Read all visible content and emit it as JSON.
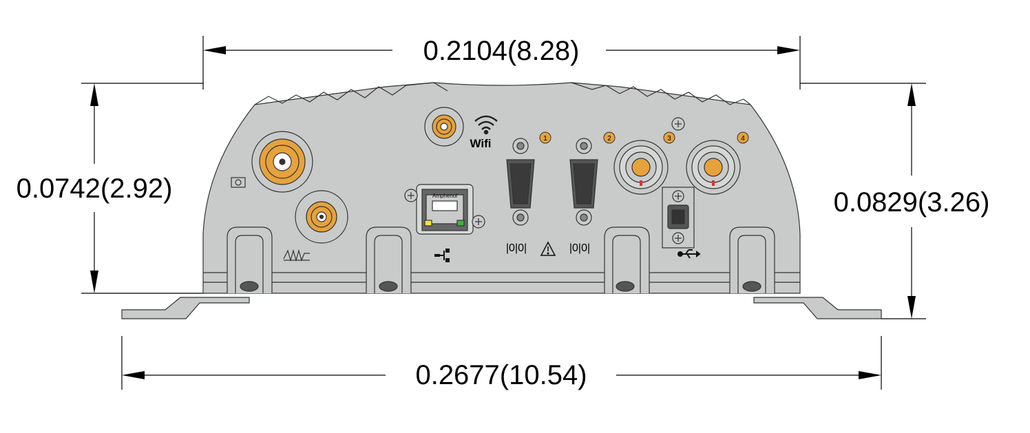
{
  "dimensions": {
    "top_width": "0.2104(8.28)",
    "left_height": "0.0742(2.92)",
    "right_height": "0.0829(3.26)",
    "bottom_width": "0.2677(10.54)"
  },
  "panel_labels": {
    "wifi_label": "Wifi",
    "serial_label_1": "|0|0|",
    "serial_label_2": "|0|0|",
    "rj45_brand": "Amphenol",
    "port_num_1": "1",
    "port_num_2": "2",
    "port_num_3": "3",
    "port_num_4": "4"
  },
  "icons": [
    "wifi-icon",
    "gps-icon",
    "antenna-coil-icon",
    "ethernet-icon",
    "warning-icon",
    "usb-icon"
  ],
  "colors": {
    "body_fill": "#c8cbc9",
    "connector_gold": "#e6a23c",
    "outline": "#333333"
  }
}
